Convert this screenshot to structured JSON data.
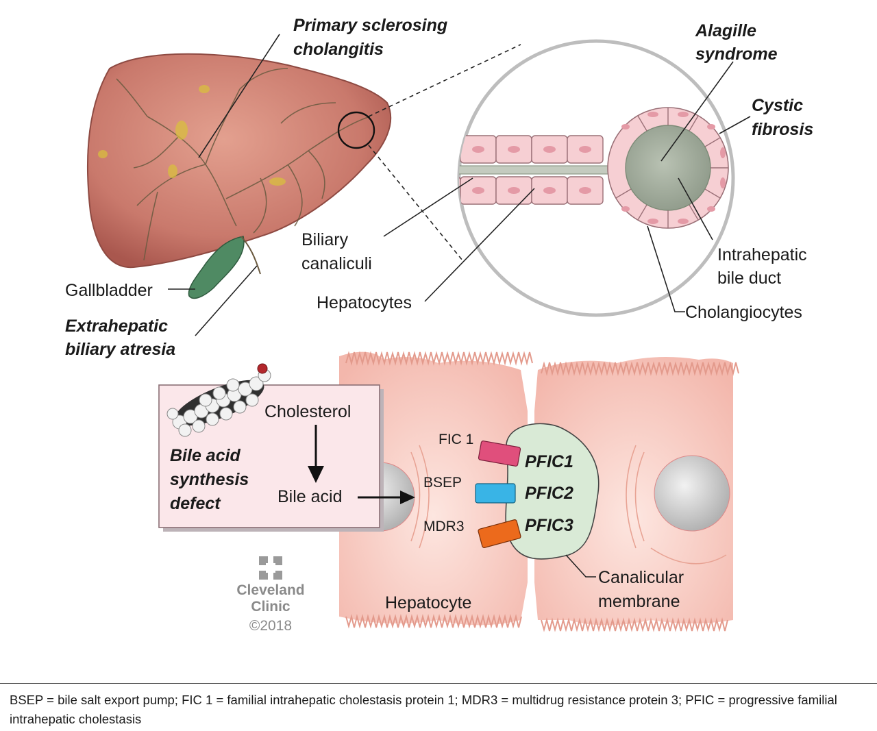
{
  "labels": {
    "psc": [
      "Primary sclerosing",
      "cholangitis"
    ],
    "alagille": [
      "Alagille",
      "syndrome"
    ],
    "cystic": [
      "Cystic",
      "fibrosis"
    ],
    "biliary_canaliculi": [
      "Biliary",
      "canaliculi"
    ],
    "intrahepatic_bile_duct": [
      "Intrahepatic",
      "bile duct"
    ],
    "hepatocytes": "Hepatocytes",
    "cholangiocytes": "Cholangiocytes",
    "gallbladder": "Gallbladder",
    "extrahepatic": [
      "Extrahepatic",
      "biliary atresia"
    ],
    "cholesterol": "Cholesterol",
    "bile_acid": "Bile acid",
    "bile_acid_defect": [
      "Bile acid",
      "synthesis",
      "defect"
    ],
    "fic1": "FIC 1",
    "bsep": "BSEP",
    "mdr3": "MDR3",
    "pfic1": "PFIC1",
    "pfic2": "PFIC2",
    "pfic3": "PFIC3",
    "hepatocyte": "Hepatocyte",
    "canalicular": [
      "Canalicular",
      "membrane"
    ]
  },
  "logo": {
    "line1": "Cleveland",
    "line2": "Clinic",
    "copyright": "©2018"
  },
  "footnote": "BSEP = bile salt export pump; FIC 1 = familial intrahepatic cholestasis protein 1; MDR3 = multidrug resistance protein 3; PFIC = progressive familial intrahepatic cholestasis",
  "colors": {
    "liver": "#cf7d72",
    "gallbladder": "#4f8a63",
    "cell_pink": "#f6c7be",
    "canaliculus": "#d9ead6",
    "fic1_pink": "#e04f7c",
    "bsep_blue": "#39b4e6",
    "mdr3_orange": "#ec6a1c"
  }
}
